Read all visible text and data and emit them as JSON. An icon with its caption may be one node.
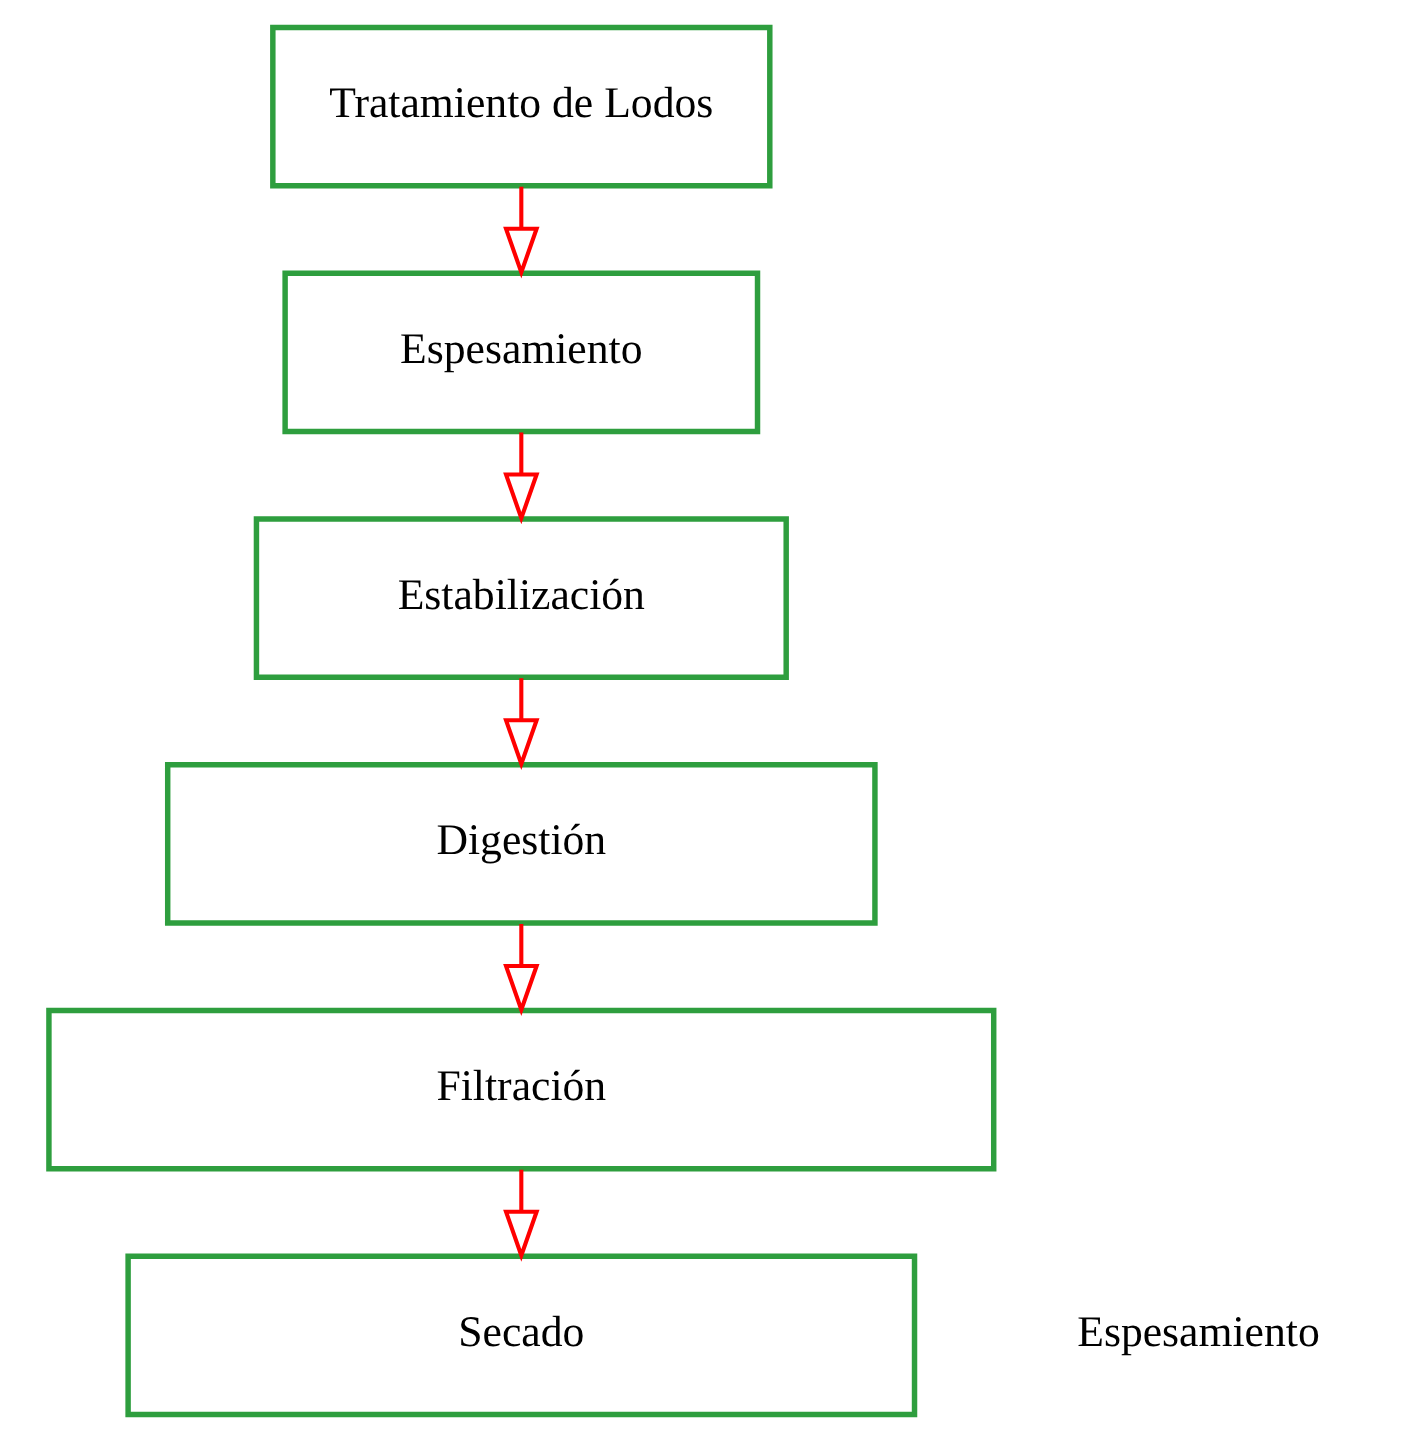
{
  "diagram": {
    "nodes": [
      {
        "text": [
          "Tratamiento de Lodos"
        ]
      },
      {
        "text": [
          "Espesamiento"
        ]
      },
      {
        "text": [
          "Estabilización"
        ]
      },
      {
        "text": [
          "Digestión"
        ]
      },
      {
        "text": [
          "Filtración"
        ]
      },
      {
        "text": [
          "Secado"
        ]
      }
    ],
    "edges": [
      {
        "from": 0,
        "to": 1,
        "arrow": "to"
      },
      {
        "from": 1,
        "to": 2,
        "arrow": "to"
      },
      {
        "from": 2,
        "to": 3,
        "arrow": "to"
      },
      {
        "from": 3,
        "to": 4,
        "arrow": "to"
      },
      {
        "from": 4,
        "to": 5,
        "arrow": "to"
      }
    ],
    "labels": [
      "Espesamiento"
    ]
  }
}
